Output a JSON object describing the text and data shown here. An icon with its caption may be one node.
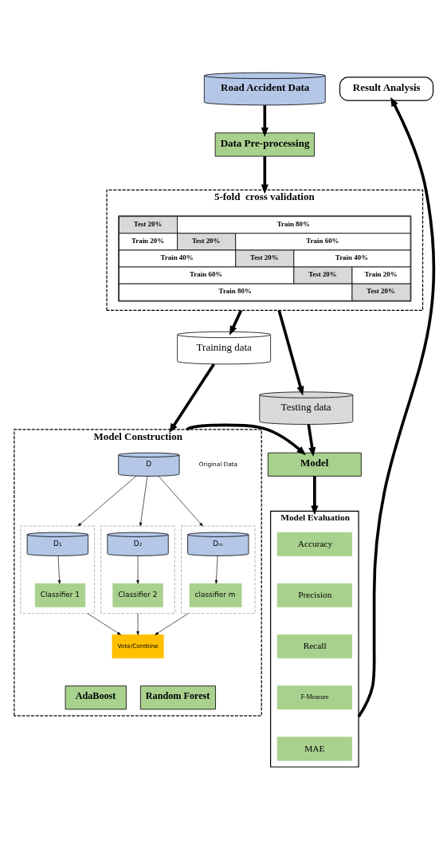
{
  "diagram": {
    "nodes": [
      {
        "text": [
          "Road Accident Data"
        ]
      },
      {
        "text": [
          "Data Pre-processing"
        ]
      },
      {
        "text": [
          "5-fold  cross validation"
        ]
      },
      {
        "text": [
          "Training data"
        ]
      },
      {
        "text": [
          "Testing data"
        ]
      },
      {
        "text": [
          "Model Construction"
        ]
      },
      {
        "text": [
          "D"
        ],
        "in": 5,
        "beside": [
          "Original Data"
        ]
      },
      {
        "text": [],
        "shape": "box",
        "in": 5
      },
      {
        "text": [
          "D₁"
        ],
        "in": 7
      },
      {
        "text": [
          "Classifier 1"
        ],
        "in": 7
      },
      {
        "text": [],
        "shape": "box",
        "in": 5
      },
      {
        "text": [
          "D₂"
        ],
        "in": 10
      },
      {
        "text": [
          "Classifier 2"
        ],
        "in": 10
      },
      {
        "text": [],
        "shape": "box",
        "in": 5
      },
      {
        "text": [
          "Dₘ"
        ],
        "in": 13
      },
      {
        "text": [
          "classifier m"
        ],
        "in": 13
      },
      {
        "text": [
          "Vote/Combine"
        ],
        "in": 5
      },
      {
        "text": [
          "AdaBoost"
        ],
        "in": 5
      },
      {
        "text": [
          "Random Forest"
        ],
        "in": 5
      },
      {
        "text": [
          "Model"
        ]
      },
      {
        "text": [
          "Model Evaluation"
        ]
      },
      {
        "text": [
          "Accuracy"
        ],
        "in": 20
      },
      {
        "text": [
          "Precision"
        ],
        "in": 20
      },
      {
        "text": [
          "Recall"
        ],
        "in": 20
      },
      {
        "text": [
          "F-Measure"
        ],
        "in": 20
      },
      {
        "text": [
          "MAE"
        ],
        "in": 20
      },
      {
        "text": [
          "Result Analysis"
        ]
      }
    ],
    "edges": [
      {
        "from": 0,
        "to": 1,
        "arrow": "to",
        "style": "thick"
      },
      {
        "from": 1,
        "to": 2,
        "arrow": "to",
        "style": "thick"
      },
      {
        "from": 2,
        "to": 3,
        "arrow": "to",
        "style": "thick"
      },
      {
        "from": 2,
        "to": 4,
        "arrow": "to",
        "style": "thick"
      },
      {
        "from": 3,
        "to": 5,
        "arrow": "to",
        "style": "thick"
      },
      {
        "from": 5,
        "to": 19,
        "arrow": "to",
        "style": "thick"
      },
      {
        "from": 4,
        "to": 19,
        "arrow": "to",
        "style": "thick"
      },
      {
        "from": 6,
        "to": 7,
        "arrow": "to"
      },
      {
        "from": 6,
        "to": 10,
        "arrow": "to"
      },
      {
        "from": 6,
        "to": 13,
        "arrow": "to"
      },
      {
        "from": 8,
        "to": 9,
        "arrow": "to"
      },
      {
        "from": 11,
        "to": 12,
        "arrow": "to"
      },
      {
        "from": 14,
        "to": 15,
        "arrow": "to"
      },
      {
        "from": 7,
        "to": 16,
        "arrow": "to"
      },
      {
        "from": 10,
        "to": 16,
        "arrow": "to"
      },
      {
        "from": 13,
        "to": 16,
        "arrow": "to"
      },
      {
        "from": 19,
        "to": 20,
        "arrow": "to",
        "style": "thick"
      },
      {
        "from": 20,
        "to": 26,
        "arrow": "to",
        "style": "thick"
      }
    ],
    "labels": [
      "Test 20%",
      "Train 80%",
      "Train 20%",
      "Test 20%",
      "Train 60%",
      "Train 40%",
      "Test 20%",
      "Train 40%",
      "Train 60%",
      "Test 20%",
      "Train 20%",
      "Train 80%",
      "Test 20%"
    ]
  }
}
